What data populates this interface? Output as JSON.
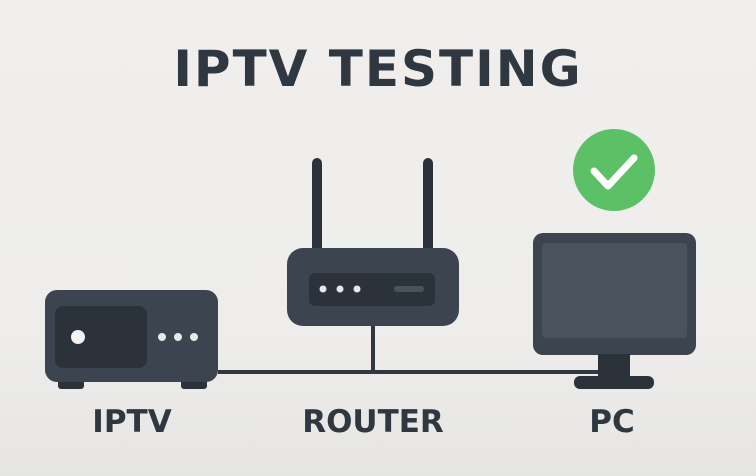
{
  "title": "IPTV TESTING",
  "devices": {
    "iptv": {
      "label": "IPTV"
    },
    "router": {
      "label": "ROUTER"
    },
    "pc": {
      "label": "PC",
      "status": "connected"
    }
  },
  "colors": {
    "device": "#3c454f",
    "device_dark": "#2b323a",
    "screen": "#4a535d",
    "cable": "#2f3740",
    "check_ok": "#5cc166",
    "text": "#2f3740"
  },
  "icons": {
    "iptv": "set-top-box-icon",
    "router": "router-icon",
    "pc": "monitor-icon",
    "status": "check-circle-icon"
  }
}
